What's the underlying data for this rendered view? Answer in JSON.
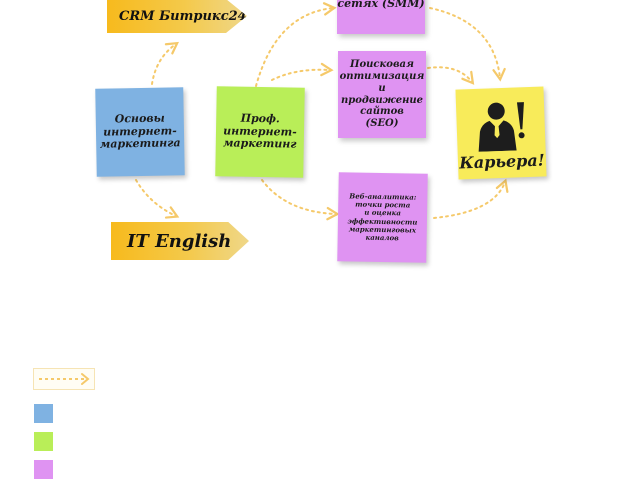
{
  "notes": {
    "basics": "Основы\nинтернет-\nмаркетинга",
    "professional": "Проф.\nинтернет-\nмаркетинг",
    "smm": "сетях (SMM)",
    "seo": "Поисковая\nоптимизация\nи продвижение\nсайтов\n(SEO)",
    "analytics": "Веб-аналитика:\nточки роста\nи оценка\nэффективности\nмаркетинговых\nканалов",
    "career": "Карьера!"
  },
  "tags": {
    "crm": "CRM Битрикс24",
    "english": "IT English"
  },
  "colors": {
    "blue": "#7fb2e2",
    "green": "#b9ee58",
    "violet": "#df93f2",
    "yellow": "#f8eb5a",
    "arrow": "#f5c96a"
  },
  "icons": {
    "career": "businessman-silhouette-with-exclamation-icon",
    "legend": "dashed-arrow-icon"
  }
}
